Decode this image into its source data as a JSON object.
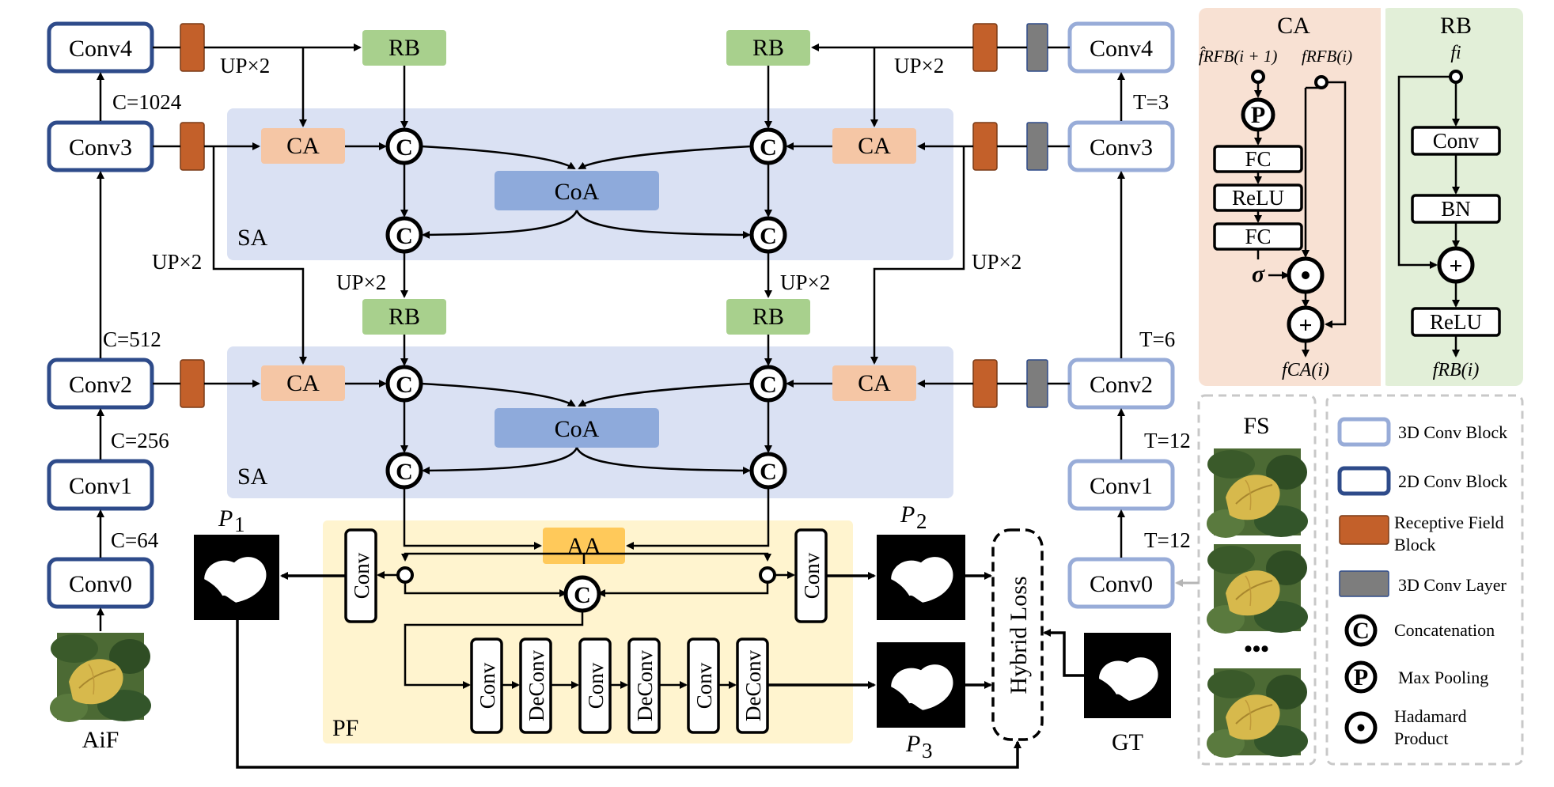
{
  "left_encoder": {
    "blocks": [
      "Conv0",
      "Conv1",
      "Conv2",
      "Conv3",
      "Conv4"
    ],
    "channels": [
      "C=64",
      "C=256",
      "C=512",
      "C=1024"
    ],
    "input_label": "AiF"
  },
  "right_encoder": {
    "blocks": [
      "Conv0",
      "Conv1",
      "Conv2",
      "Conv3",
      "Conv4"
    ],
    "frames": [
      "T=12",
      "T=12",
      "T=6",
      "T=3"
    ]
  },
  "modules": {
    "rb": "RB",
    "ca": "CA",
    "coa": "CoA",
    "aa": "AA",
    "sa": "SA",
    "pf": "PF",
    "up": "UP×2",
    "concat_symbol": "C",
    "pool_symbol": "P",
    "plus_symbol": "+",
    "sigma_symbol": "σ"
  },
  "pf_blocks": {
    "conv": "Conv",
    "chain": [
      "Conv",
      "DeConv",
      "Conv",
      "DeConv",
      "Conv",
      "DeConv"
    ]
  },
  "outputs": {
    "p1": "P",
    "p1_sub": "1",
    "p2": "P",
    "p2_sub": "2",
    "p3": "P",
    "p3_sub": "3",
    "loss": "Hybrid Loss",
    "gt": "GT"
  },
  "fs_panel": {
    "title": "FS",
    "ellipsis": "•••"
  },
  "ca_panel": {
    "title": "CA",
    "input_a": "f̂RFB(i + 1)",
    "input_b": "fRFB(i)",
    "layers": [
      "FC",
      "ReLU",
      "FC"
    ],
    "output": "fCA(i)"
  },
  "rb_panel": {
    "title": "RB",
    "input": "fi",
    "layers": [
      "Conv",
      "BN",
      "ReLU"
    ],
    "output": "fRB(i)"
  },
  "legend": [
    {
      "key": "3d-conv-block",
      "label": "3D Conv Block"
    },
    {
      "key": "2d-conv-block",
      "label": "2D Conv Block"
    },
    {
      "key": "receptive-field-block",
      "label": "Receptive Field Block"
    },
    {
      "key": "3d-conv-layer",
      "label": "3D Conv Layer"
    },
    {
      "key": "concatenation",
      "label": "Concatenation"
    },
    {
      "key": "max-pooling",
      "label": "Max Pooling"
    },
    {
      "key": "hadamard-product",
      "label": "Hadamard Product"
    }
  ],
  "colors": {
    "conv2d_border": "#2e4b8a",
    "conv3d_border": "#98acd8",
    "rfb": "#c3602a",
    "conv3d_layer": "#7d7d7d",
    "rb": "#a8d08d",
    "ca": "#f5c6a5",
    "coa": "#8eaadb",
    "aa": "#ffc95a",
    "sa_bg": "#dae1f3",
    "pf_bg": "#fff4cf"
  }
}
